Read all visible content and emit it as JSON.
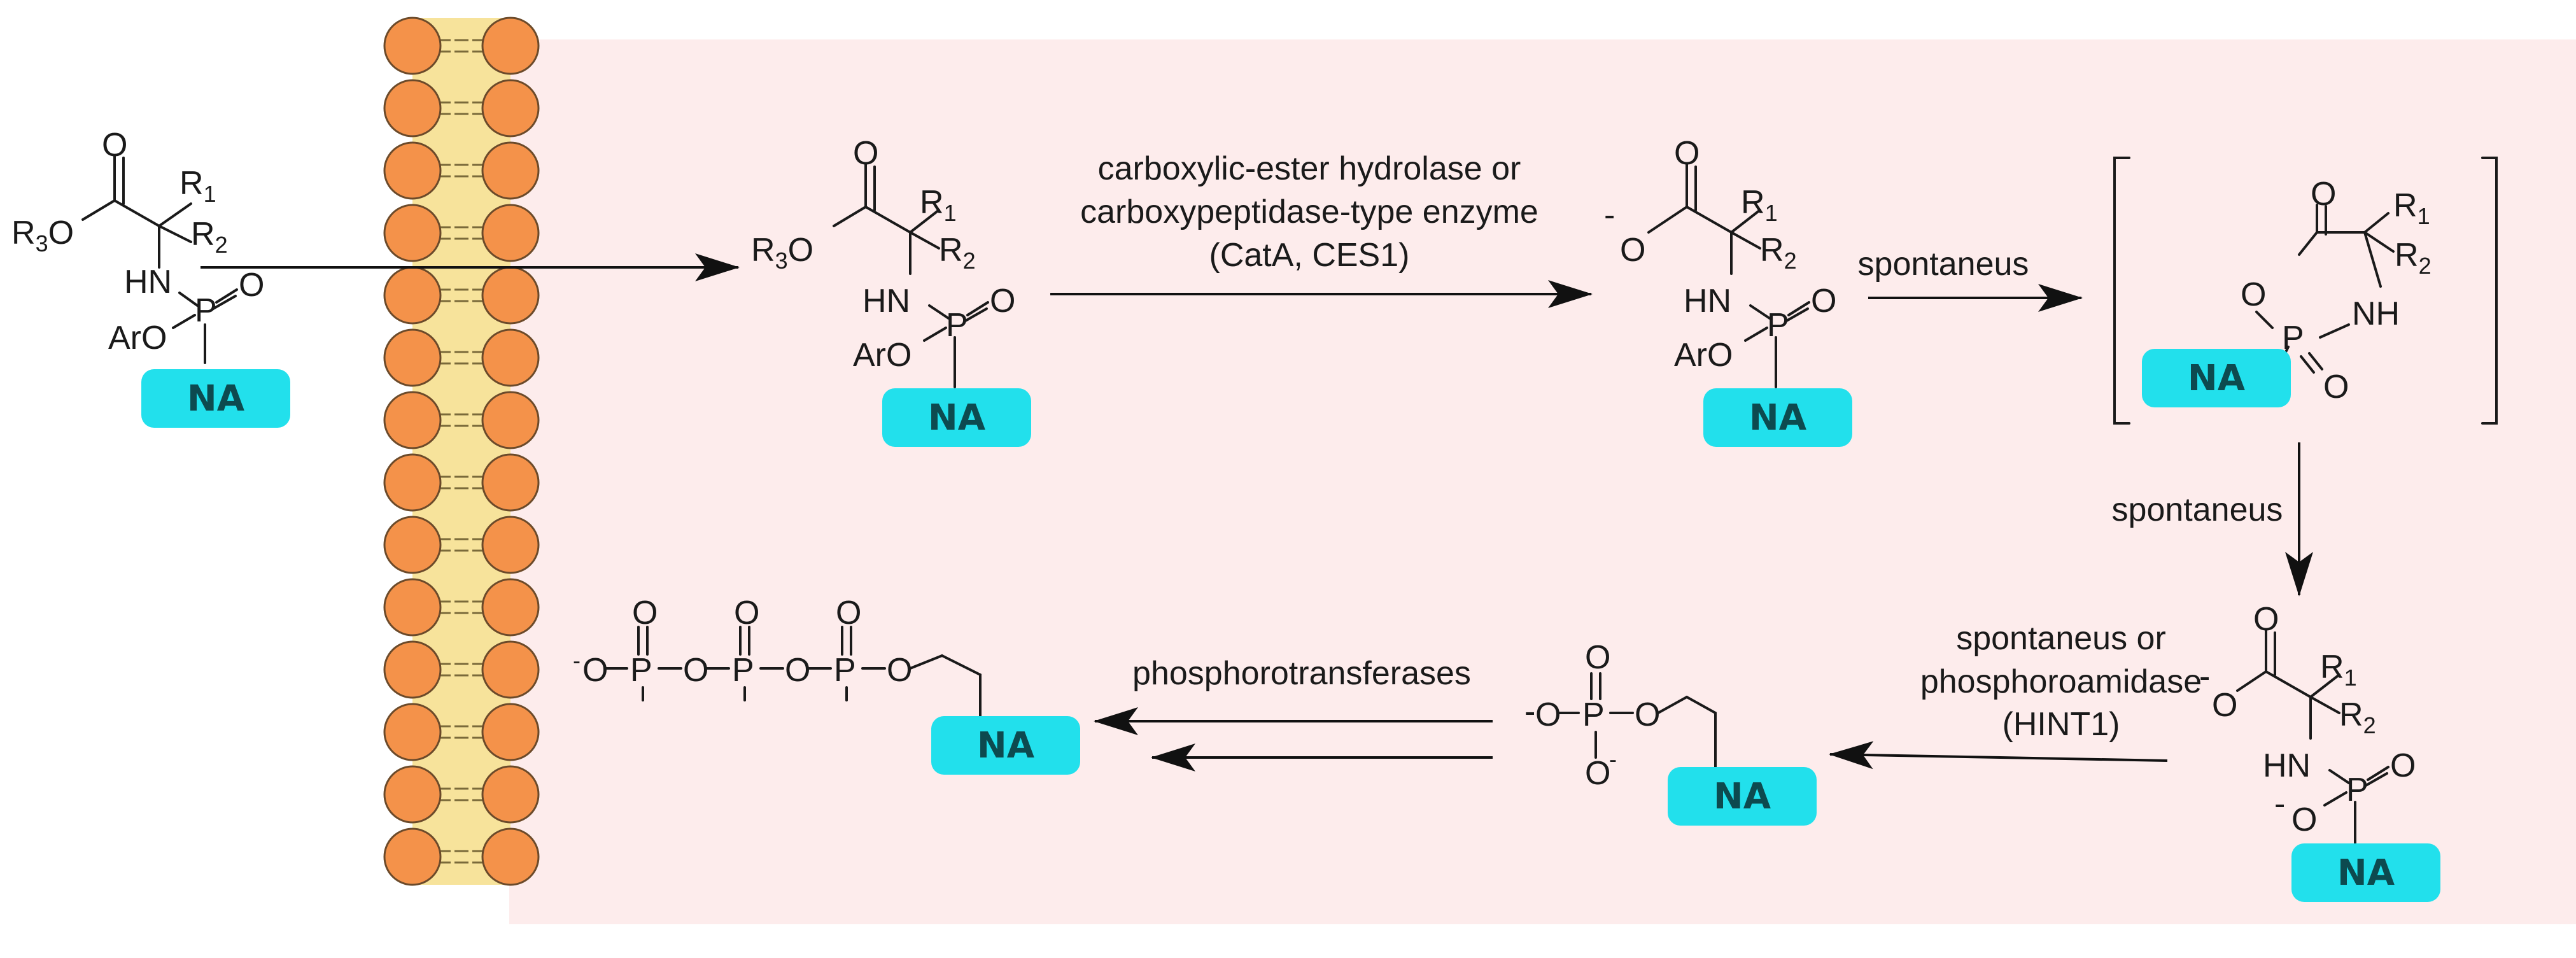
{
  "labels": {
    "step1_line1": "carboxylic-ester hydrolase or",
    "step1_line2": "carboxypeptidase-type enzyme",
    "step1_line3": "(CatA, CES1)",
    "step2": "spontaneus",
    "step3": "spontaneus",
    "step4_line1": "spontaneus or",
    "step4_line2": "phosphoroamidase",
    "step4_line3": "(HINT1)",
    "step5": "phosphorotransferases"
  },
  "nucleoside": "NA",
  "atoms": {
    "O": "O",
    "R": "R",
    "R3O": "R",
    "sub1": "1",
    "sub2": "2",
    "sub3": "3",
    "HN": "HN",
    "NH": "NH",
    "P": "P",
    "Ar": "Ar",
    "neg": "-"
  },
  "colors": {
    "background_cytoplasm": "#fdecec",
    "nucleoside_box": "#22e0ec",
    "lipid_head": "#f4924a",
    "lipid_core": "#f7e39b"
  }
}
